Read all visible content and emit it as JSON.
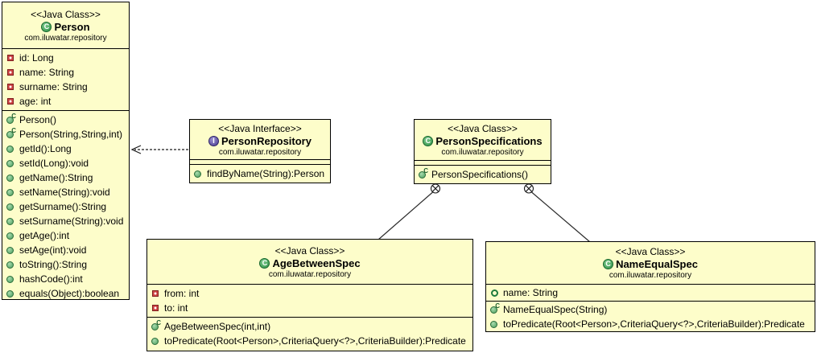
{
  "icons": {
    "class_letter": "C",
    "interface_letter": "I",
    "constructor_letter": "C"
  },
  "classes": {
    "person": {
      "stereotype": "<<Java Class>>",
      "name": "Person",
      "package": "com.iluwatar.repository",
      "fields": [
        {
          "visibility": "private",
          "label": "id: Long"
        },
        {
          "visibility": "private",
          "label": "name: String"
        },
        {
          "visibility": "private",
          "label": "surname: String"
        },
        {
          "visibility": "private",
          "label": "age: int"
        }
      ],
      "methods": [
        {
          "kind": "constructor",
          "label": "Person()"
        },
        {
          "kind": "constructor",
          "label": "Person(String,String,int)"
        },
        {
          "kind": "method",
          "label": "getId():Long"
        },
        {
          "kind": "method",
          "label": "setId(Long):void"
        },
        {
          "kind": "method",
          "label": "getName():String"
        },
        {
          "kind": "method",
          "label": "setName(String):void"
        },
        {
          "kind": "method",
          "label": "getSurname():String"
        },
        {
          "kind": "method",
          "label": "setSurname(String):void"
        },
        {
          "kind": "method",
          "label": "getAge():int"
        },
        {
          "kind": "method",
          "label": "setAge(int):void"
        },
        {
          "kind": "method",
          "label": "toString():String"
        },
        {
          "kind": "method",
          "label": "hashCode():int"
        },
        {
          "kind": "method",
          "label": "equals(Object):boolean"
        }
      ]
    },
    "person_repository": {
      "stereotype": "<<Java Interface>>",
      "name": "PersonRepository",
      "package": "com.iluwatar.repository",
      "methods": [
        {
          "kind": "method",
          "label": "findByName(String):Person"
        }
      ]
    },
    "person_specifications": {
      "stereotype": "<<Java Class>>",
      "name": "PersonSpecifications",
      "package": "com.iluwatar.repository",
      "methods": [
        {
          "kind": "constructor",
          "label": "PersonSpecifications()"
        }
      ]
    },
    "age_between_spec": {
      "stereotype": "<<Java Class>>",
      "name": "AgeBetweenSpec",
      "package": "com.iluwatar.repository",
      "fields": [
        {
          "visibility": "private",
          "label": "from: int"
        },
        {
          "visibility": "private",
          "label": "to: int"
        }
      ],
      "methods": [
        {
          "kind": "constructor",
          "label": "AgeBetweenSpec(int,int)"
        },
        {
          "kind": "method",
          "label": "toPredicate(Root<Person>,CriteriaQuery<?>,CriteriaBuilder):Predicate"
        }
      ]
    },
    "name_equal_spec": {
      "stereotype": "<<Java Class>>",
      "name": "NameEqualSpec",
      "package": "com.iluwatar.repository",
      "fields": [
        {
          "visibility": "package",
          "label": "name: String"
        }
      ],
      "methods": [
        {
          "kind": "constructor",
          "label": "NameEqualSpec(String)"
        },
        {
          "kind": "method",
          "label": "toPredicate(Root<Person>,CriteriaQuery<?>,CriteriaBuilder):Predicate"
        }
      ]
    }
  },
  "relationships": [
    {
      "type": "dependency",
      "from": "PersonRepository",
      "to": "Person",
      "style": "dashed-open-arrow"
    },
    {
      "type": "nested-class",
      "from": "PersonSpecifications",
      "to": "AgeBetweenSpec",
      "marker": "circled-cross"
    },
    {
      "type": "nested-class",
      "from": "PersonSpecifications",
      "to": "NameEqualSpec",
      "marker": "circled-cross"
    }
  ],
  "colors": {
    "box_fill": "#fdfdca",
    "box_border": "#000000",
    "class_icon_green": "#2f9247",
    "interface_icon_purple": "#4a3d92",
    "method_icon_green": "#4c9e5e",
    "private_field_red": "#cf4444"
  }
}
